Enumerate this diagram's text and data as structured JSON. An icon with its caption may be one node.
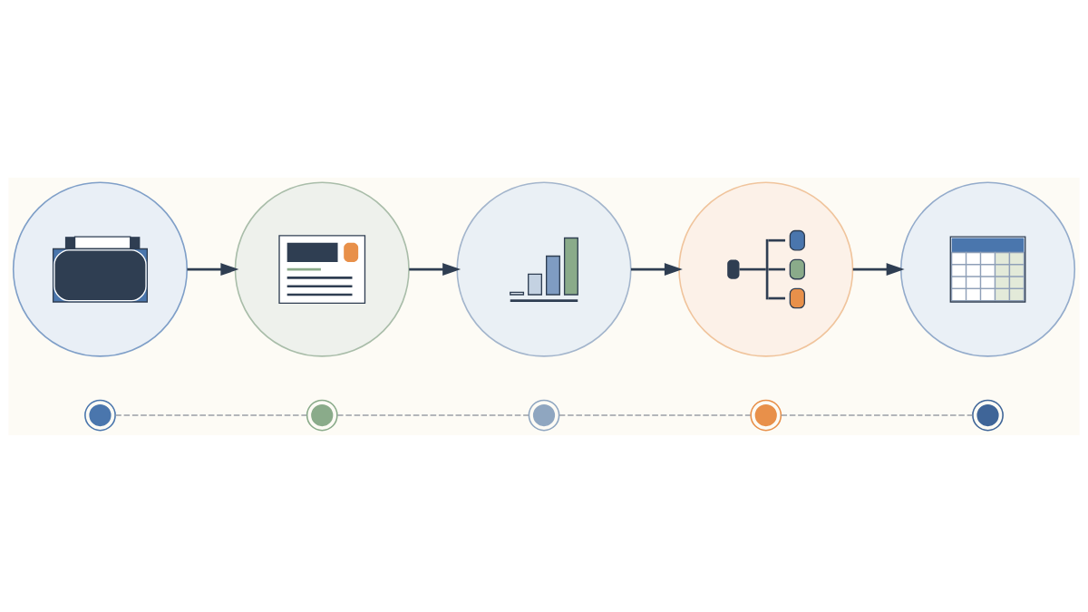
{
  "diagram": {
    "nodes": [
      {
        "text": [],
        "shape": "picture"
      },
      {
        "text": [],
        "shape": "picture"
      },
      {
        "text": [],
        "shape": "picture"
      },
      {
        "text": [],
        "shape": "picture"
      },
      {
        "text": [],
        "shape": "picture"
      },
      {
        "text": [],
        "shape": "circle"
      },
      {
        "text": [],
        "shape": "circle"
      },
      {
        "text": [],
        "shape": "circle"
      },
      {
        "text": [],
        "shape": "circle"
      },
      {
        "text": [],
        "shape": "circle"
      }
    ],
    "edges": [
      {
        "from": 0,
        "to": 1,
        "arrow": "to"
      },
      {
        "from": 1,
        "to": 2,
        "arrow": "to"
      },
      {
        "from": 2,
        "to": 3,
        "arrow": "to"
      },
      {
        "from": 3,
        "to": 4,
        "arrow": "to"
      },
      {
        "from": 5,
        "to": 6,
        "arrow": "none",
        "style": "dashed",
        "color": "#9aa0a6"
      },
      {
        "from": 6,
        "to": 7,
        "arrow": "none",
        "style": "dashed",
        "color": "#9aa0a6"
      },
      {
        "from": 7,
        "to": 8,
        "arrow": "none",
        "style": "dashed",
        "color": "#9aa0a6"
      },
      {
        "from": 8,
        "to": 9,
        "arrow": "none",
        "style": "dashed",
        "color": "#9aa0a6"
      }
    ]
  }
}
